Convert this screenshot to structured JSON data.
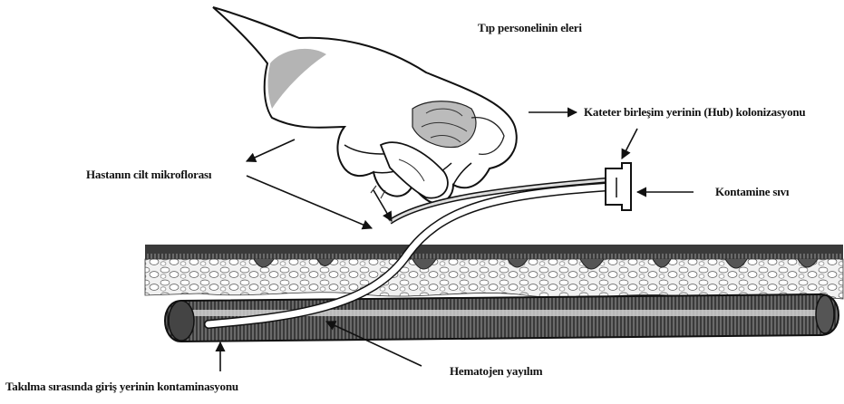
{
  "labels": {
    "staff_hands": "Tıp personelinin eleri",
    "hub_colonization": "Kateter birleşim yerinin (Hub) kolonizasyonu",
    "skin_microflora": "Hastanın cilt mikroflorası",
    "contaminated_fluid": "Kontamine sıvı",
    "insertion_contamination": "Takılma sırasında giriş yerinin kontaminasyonu",
    "hematogenous_spread": "Hematojen yayılım"
  },
  "colors": {
    "ink": "#111111",
    "fat_tissue": "#e9e9e9",
    "vessel_dark": "#2a2a2a",
    "catheter": "#ffffff"
  }
}
